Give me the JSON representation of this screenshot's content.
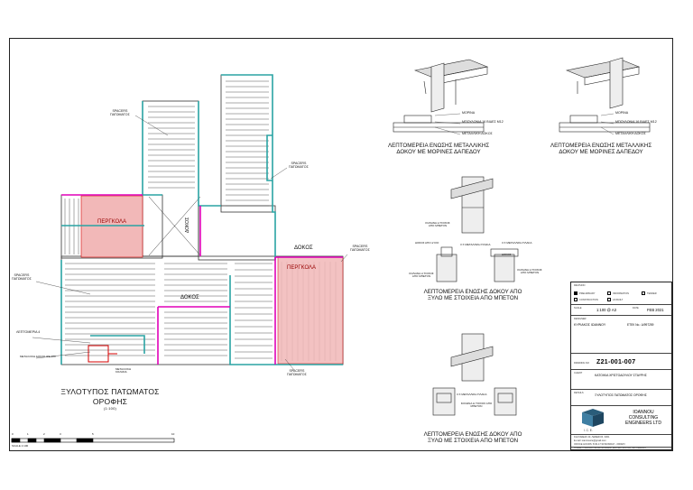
{
  "plan": {
    "title_line1": "ΞΥΛΟΤΥΠΟΣ ΠΑΤΩΜΑΤΟΣ",
    "title_line2": "ΟΡΟΦΗΣ",
    "scale_note": "(1:100)",
    "labels": {
      "spacers": "SPACERS",
      "floor": "ΠΑΤΩΜΑΤΟΣ",
      "pergola": "ΠΕΡΓΚΟΛΑ",
      "beam": "ΔΟΚΟΣ",
      "detail4": "ΛΕΠΤΟΜΕΡΙΑ 4",
      "metal_beam": "ΜΕΤΑΛΛΙΚΗ ΔΟΚΟΣ IPE 200",
      "metal_column": "ΜΕΤΑΛΛΙΚΗ ΚΟΛΩΝΑ"
    },
    "scale_ticks": [
      "0",
      "1",
      "2",
      "3",
      "5",
      "10"
    ],
    "scale_label": "SCALE 1:100"
  },
  "details": {
    "d1_caption_l1": "ΛΕΠΤΟΜΕΡΕΙΑ ΕΝΩΣΗΣ ΜΕΤΑΛΛΙΚΗΣ",
    "d1_caption_l2": "ΔΟΚΟΥ ΜΕ ΜΟΡΙΝΕΣ ΔΑΠΕΔΟΥ",
    "d2_caption_l1": "ΛΕΠΤΟΜΕΡΕΙΑ ΕΝΩΣΗΣ ΜΕΤΑΛΛΙΚΗΣ",
    "d2_caption_l2": "ΔΟΚΟΥ ΜΕ ΜΟΡΙΝΕΣ ΔΑΠΕΔΟΥ",
    "d3_caption_l1": "ΛΕΠΤΟΜΕΡΕΙΑ ΕΝΩΣΗΣ ΔΟΚΟΥ ΑΠΟ",
    "d3_caption_l2": "ΞΥΛΟ ΜΕ ΣΤΟΙΧΕΙΑ ΑΠΟ ΜΠΕΤΟΝ",
    "d4_caption_l1": "ΛΕΠΤΟΜΕΡΕΙΑ ΕΝΩΣΗΣ ΔΟΚΟΥ ΑΠΟ",
    "d4_caption_l2": "ΞΥΛΟ ΜΕ ΣΤΟΙΧΕΙΑ ΑΠΟ ΜΠΕΤΟΝ",
    "morina": "ΜΟΡΙΝΑ",
    "bolt": "ΜΠΟΥΛΟΝΙΑ 16 ΒΙΔΕΣ Μ12",
    "metal_beam": "ΜΕΤΑΛΛΙΚΗ ΔΟΚΟΣ",
    "concrete_col": "ΚΟΛΩΝΑ Η ΤΟΙΧΟΣ ΑΠΟ ΜΠΕΤΟΝ",
    "wood_beam": "ΔΟΚΟΣ ΑΠΟ ΞΥΛΟ",
    "plate": "3 Χ ΜΕΤΑΛΛΙΚΗ ΠΛΑΚΑ",
    "beam_short": "ΔΟΚΟΣ"
  },
  "titleblock": {
    "rows_labels": [
      "REVISION",
      "SCALE",
      "DATE",
      "DESIGNER",
      "DRAWING NO",
      "CLIENT",
      "DETAILS"
    ],
    "status_options": [
      "PRELIMINARY",
      "INFORMATION",
      "TENDER",
      "CONSTRUCTION",
      "AS BUILT"
    ],
    "scale": "1:100 @ A3",
    "date": "FEB 2021",
    "designer": "ΚΥΡΙΑΚΟΣ ΙΩΑΝΝΟΥ",
    "etek": "ΕΤΕΚ Νο.: Δ/997259",
    "drawing_no": "Z21-001-007",
    "client": "ΚΑΤΟΙΚΙΑ ΧΡΙΣΤΟΔΟΥΛΟΥ ΣΤΑΥΡΗΣ",
    "details": "ΞΥΛΟΤΥΠΟΣ ΠΑΤΩΜΑΤΟΣ ΟΡΟΦΗΣ",
    "company_l1": "IOANNOU",
    "company_l2": "CONSULTING",
    "company_l3": "ENGINEERS LTD",
    "logo_text": "I. C. E.",
    "address": "ΚΑΛΛΙΘΕΑΣ 23, ΛΕΜΕΣΟΣ, 3301",
    "email": "E-mail: ioannouice@gmail.com",
    "office": "OFFICE HOURS: 8:30-17:30 MONDAY - FRIDAY",
    "footer": "PLEASE CONSIDER THE ENVIRONMENT BEFORE PRINTING THIS DRAWING"
  },
  "colors": {
    "teal": "#2aa3a3",
    "magenta": "#e000b8",
    "red_fill": "#f2b8b8",
    "red_line": "#d40000",
    "line": "#333333"
  }
}
